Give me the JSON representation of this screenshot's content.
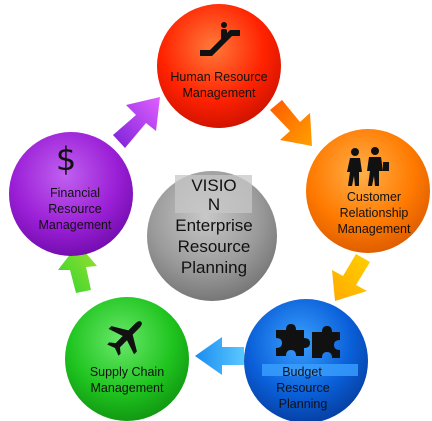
{
  "center": {
    "title_lines": [
      "VISIO",
      "N"
    ],
    "subtitle_lines": [
      "Enterprise",
      "Resource",
      "Planning"
    ],
    "color": "#9a9a9a"
  },
  "nodes": [
    {
      "key": "hr",
      "lines": [
        "Human Resource",
        "Management"
      ],
      "icon": "escalator-icon",
      "color": "#ff2200"
    },
    {
      "key": "crm",
      "lines": [
        "Customer",
        "Relationship",
        "Management"
      ],
      "icon": "people-walking-icon",
      "color": "#ff7a00"
    },
    {
      "key": "budget",
      "lines": [
        "Budget",
        "Resource",
        "Planning"
      ],
      "icon": "puzzle-icon",
      "color": "#0a5fd8"
    },
    {
      "key": "supply",
      "lines": [
        "Supply Chain",
        "Management"
      ],
      "icon": "airplane-icon",
      "color": "#1fc41f"
    },
    {
      "key": "finance",
      "lines": [
        "Financial",
        "Resource",
        "Management"
      ],
      "icon": "dollar-icon",
      "color": "#9b1fd6"
    }
  ],
  "finance_symbol": "$",
  "arrows": [
    {
      "name": "arrow-hr-to-crm",
      "from": "#ff6a00",
      "to": "#ff9a00"
    },
    {
      "name": "arrow-crm-to-budget",
      "from": "#ffb000",
      "to": "#ffd800"
    },
    {
      "name": "arrow-budget-to-supply",
      "from": "#1ea0ff",
      "to": "#7ad0ff"
    },
    {
      "name": "arrow-supply-to-finance",
      "from": "#2ed42e",
      "to": "#9be22e"
    },
    {
      "name": "arrow-finance-to-hr",
      "from": "#8a2be2",
      "to": "#d050ff"
    }
  ]
}
